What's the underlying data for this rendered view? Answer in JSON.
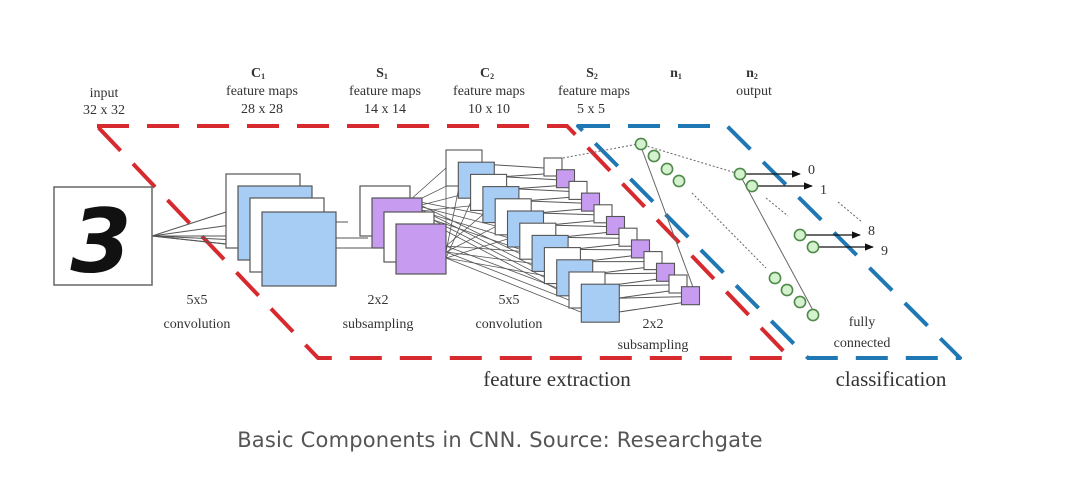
{
  "layers": [
    {
      "id": "input",
      "title": "",
      "subscript": "",
      "line1": "input",
      "line2": "32 x 32"
    },
    {
      "id": "c1",
      "title": "C",
      "subscript": "1",
      "line1": "feature maps",
      "line2": "28 x 28"
    },
    {
      "id": "s1",
      "title": "S",
      "subscript": "1",
      "line1": "feature maps",
      "line2": "14 x 14"
    },
    {
      "id": "c2",
      "title": "C",
      "subscript": "2",
      "line1": "feature maps",
      "line2": "10 x 10"
    },
    {
      "id": "s2",
      "title": "S",
      "subscript": "2",
      "line1": "feature maps",
      "line2": "5 x 5"
    },
    {
      "id": "n1",
      "title": "n",
      "subscript": "1",
      "line1": "",
      "line2": ""
    },
    {
      "id": "n2",
      "title": "n",
      "subscript": "2",
      "line1": "output",
      "line2": ""
    }
  ],
  "input_digit": "3",
  "operations": [
    {
      "id": "conv1",
      "line1": "5x5",
      "line2": "convolution"
    },
    {
      "id": "sub1",
      "line1": "2x2",
      "line2": "subsampling"
    },
    {
      "id": "conv2",
      "line1": "5x5",
      "line2": "convolution"
    },
    {
      "id": "sub2",
      "line1": "2x2",
      "line2": "subsampling"
    },
    {
      "id": "fc",
      "line1": "fully",
      "line2": "connected"
    }
  ],
  "outputs": [
    "0",
    "1",
    "8",
    "9"
  ],
  "sections": {
    "feature_extraction": "feature extraction",
    "classification": "classification"
  },
  "caption": "Basic Components in CNN. Source: Researchgate",
  "colors": {
    "feature_extraction_border": "#d62a2f",
    "classification_border": "#1f78b4",
    "conv_map_fill": "#a7cdf5",
    "subsample_map_fill": "#c79cf0",
    "neuron_fill": "#d5f2cf",
    "neuron_stroke": "#4f8a4a"
  }
}
